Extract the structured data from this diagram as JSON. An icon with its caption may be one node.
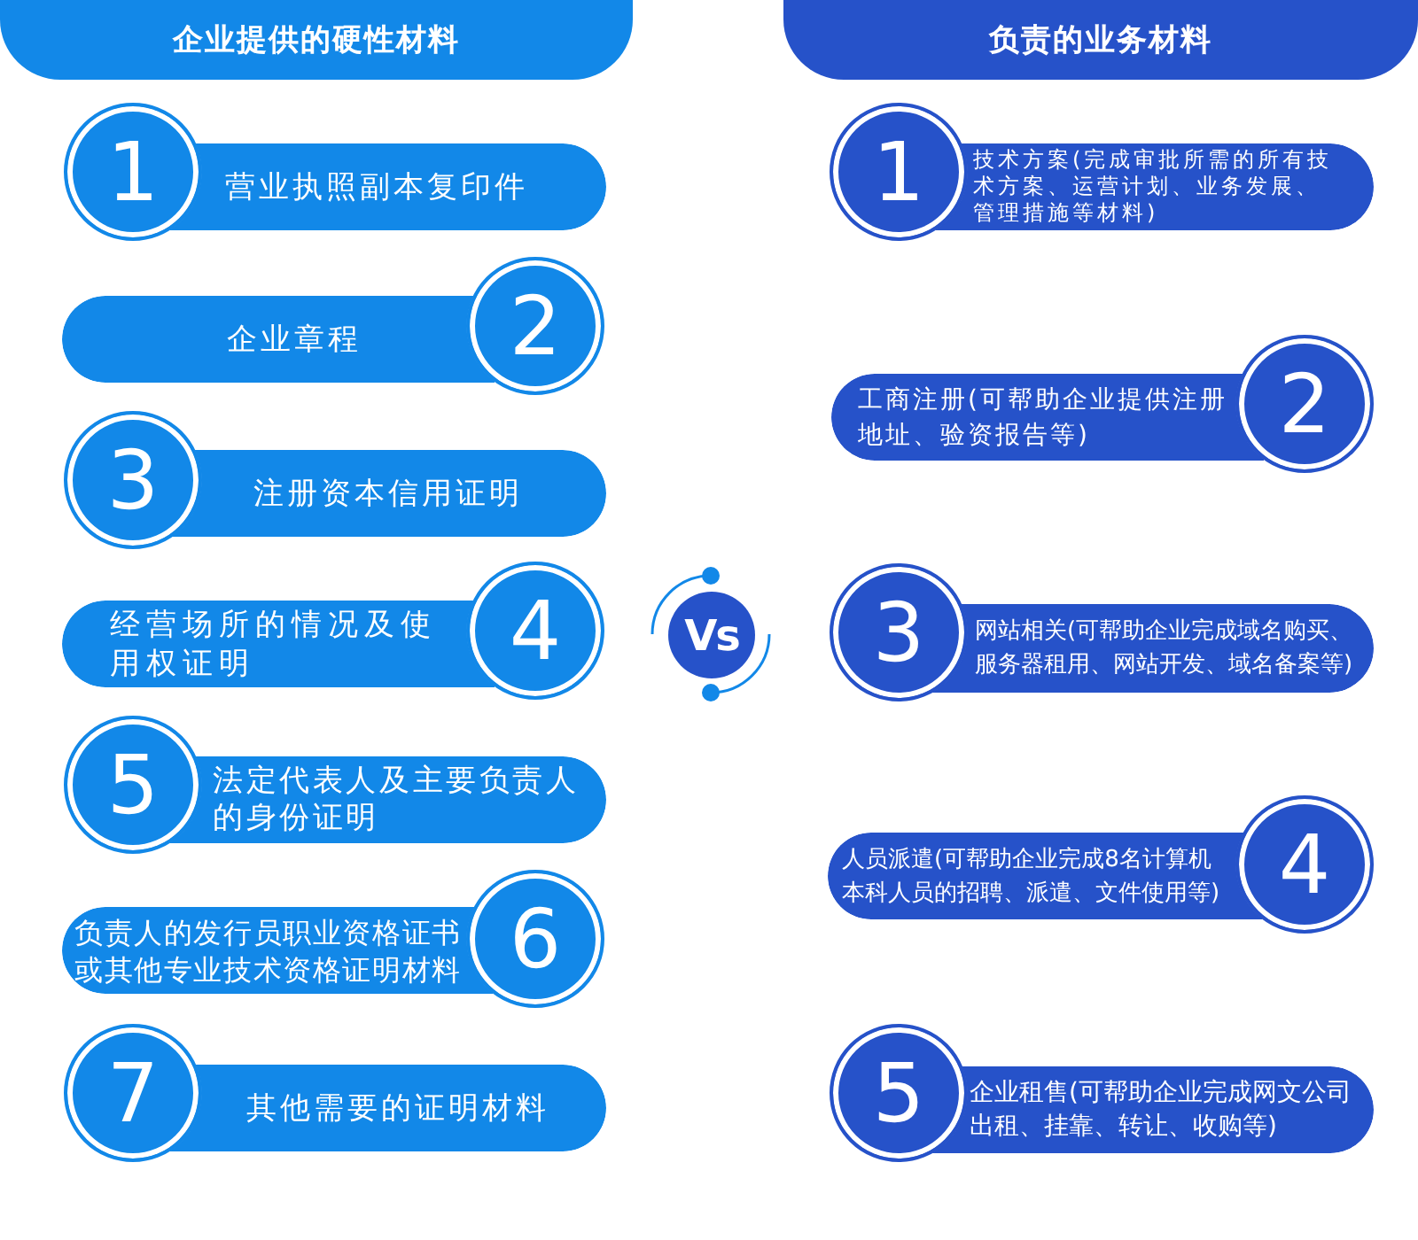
{
  "diagram": {
    "nodes": [
      {
        "text": [
          "企业提供的硬性材料"
        ]
      },
      {
        "text": [
          "1"
        ]
      },
      {
        "text": [
          "营业执照副本复印件"
        ]
      },
      {
        "text": [
          "企业章程"
        ]
      },
      {
        "text": [
          "2"
        ]
      },
      {
        "text": [
          "3"
        ]
      },
      {
        "text": [
          "注册资本信用证明"
        ]
      },
      {
        "text": [
          "经营场所的情况及使用权证明"
        ]
      },
      {
        "text": [
          "4"
        ]
      },
      {
        "text": [
          "5"
        ]
      },
      {
        "text": [
          "法定代表人及主要负责人的身份证明"
        ]
      },
      {
        "text": [
          "负责人的发行员职业资格证书或其他专业技术资格证明材料"
        ]
      },
      {
        "text": [
          "6"
        ]
      },
      {
        "text": [
          "7"
        ]
      },
      {
        "text": [
          "其他需要的证明材料"
        ]
      },
      {
        "text": [
          "Vs"
        ]
      },
      {
        "text": [
          "负责的业务材料"
        ]
      },
      {
        "text": [
          "1"
        ]
      },
      {
        "text": [
          "技术方案(完成审批所需的所有技术方案、运营计划、业务发展、管理措施等材料)"
        ]
      },
      {
        "text": [
          "工商注册(可帮助企业提供注册地址、验资报告等)"
        ]
      },
      {
        "text": [
          "2"
        ]
      },
      {
        "text": [
          "3"
        ]
      },
      {
        "text": [
          "网站相关(可帮助企业完成域名购买、服务器租用、网站开发、域名备案等)"
        ]
      },
      {
        "text": [
          "人员派遣(可帮助企业完成8名计算机本科人员的招聘、派遣、文件使用等)"
        ]
      },
      {
        "text": [
          "4"
        ]
      },
      {
        "text": [
          "5"
        ]
      },
      {
        "text": [
          "企业租售(可帮助企业完成网文公司出租、挂靠、转让、收购等)"
        ]
      }
    ]
  }
}
